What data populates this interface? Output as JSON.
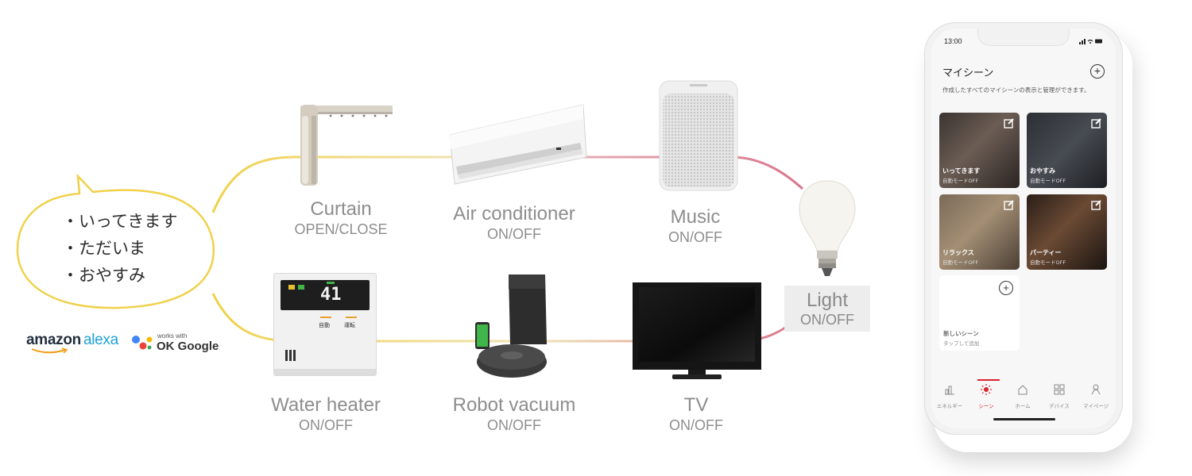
{
  "bubble": {
    "items": [
      "・いってきます",
      "・ただいま",
      "・おやすみ"
    ]
  },
  "brands": {
    "alexa_amazon": "amazon",
    "alexa_word": "alexa",
    "google_small": "works with",
    "google_main": "OK Google"
  },
  "devices": {
    "curtain": {
      "name": "Curtain",
      "state": "OPEN/CLOSE"
    },
    "air_conditioner": {
      "name": "Air conditioner",
      "state": "ON/OFF"
    },
    "music": {
      "name": "Music",
      "state": "ON/OFF"
    },
    "light": {
      "name": "Light",
      "state": "ON/OFF"
    },
    "water_heater": {
      "name": "Water heater",
      "state": "ON/OFF"
    },
    "robot_vacuum": {
      "name": "Robot vacuum",
      "state": "ON/OFF"
    },
    "tv": {
      "name": "TV",
      "state": "ON/OFF"
    }
  },
  "water_heater_panel": {
    "temp": "41",
    "btn_auto": "自動",
    "btn_run": "運転"
  },
  "phone": {
    "time": "13:00",
    "title": "マイシーン",
    "add_symbol": "+",
    "description": "作成したすべてのマイシーンの表示と管理ができます。",
    "scenes": [
      {
        "name": "いってきます",
        "mode": "自動モードOFF"
      },
      {
        "name": "おやすみ",
        "mode": "自動モードOFF"
      },
      {
        "name": "リラックス",
        "mode": "自動モードOFF"
      },
      {
        "name": "パーティー",
        "mode": "自動モードOFF"
      }
    ],
    "new_scene": {
      "name": "新しいシーン",
      "sub": "タップして追加",
      "plus": "+"
    },
    "tabs": [
      {
        "label": "エネルギー",
        "icon": "energy-icon"
      },
      {
        "label": "シーン",
        "icon": "scene-icon"
      },
      {
        "label": "ホーム",
        "icon": "home-icon"
      },
      {
        "label": "デバイス",
        "icon": "devices-icon"
      },
      {
        "label": "マイページ",
        "icon": "person-icon"
      }
    ],
    "active_tab": "シーン"
  },
  "colors": {
    "yellow_line": "#f0d14a",
    "pink_line": "#d9768a",
    "accent_red": "#d9232f"
  }
}
